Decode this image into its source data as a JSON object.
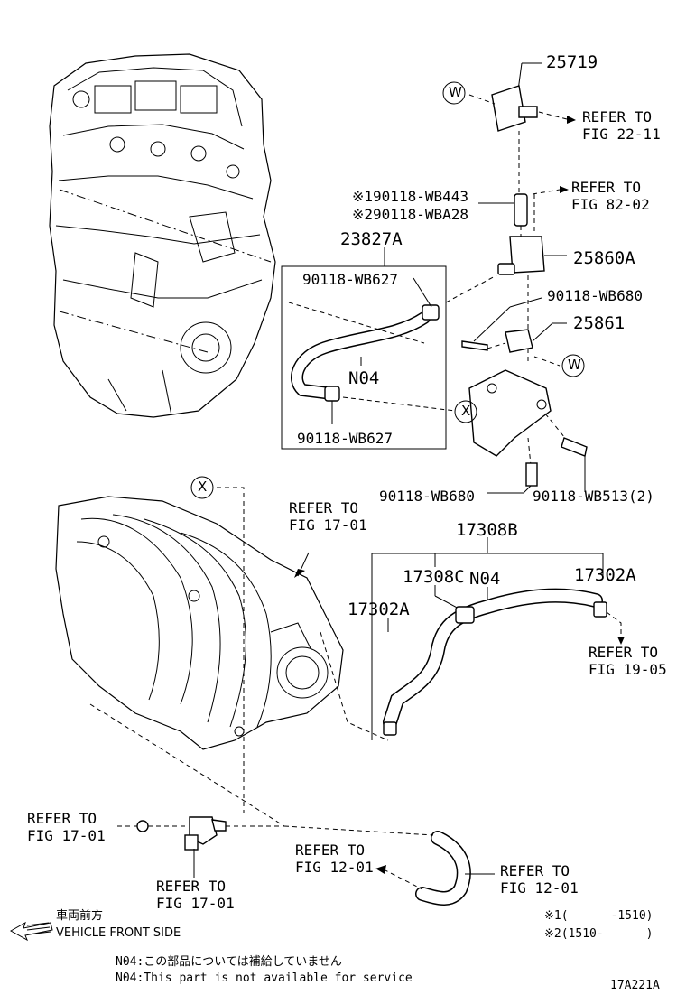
{
  "parts": {
    "p25719": "25719",
    "p23827A": "23827A",
    "p25860A": "25860A",
    "p25861": "25861",
    "p17308B": "17308B",
    "p17308C": "17308C",
    "p17302A_right": "17302A",
    "p17302A_left": "17302A",
    "n04_upper": "N04",
    "n04_lower": "N04",
    "wb443": "※190118-WB443",
    "wba28": "※290118-WBA28",
    "wb627_top": "90118-WB627",
    "wb627_bottom": "90118-WB627",
    "wb680_right": "90118-WB680",
    "wb680_bottom": "90118-WB680",
    "wb513": "90118-WB513(2)"
  },
  "refs": {
    "fig22_11": {
      "l1": "REFER TO",
      "l2": "FIG 22-11"
    },
    "fig82_02": {
      "l1": "REFER TO",
      "l2": "FIG 82-02"
    },
    "fig17_01_top": {
      "l1": "REFER TO",
      "l2": "FIG 17-01"
    },
    "fig19_05": {
      "l1": "REFER TO",
      "l2": "FIG 19-05"
    },
    "fig17_01_left": {
      "l1": "REFER TO",
      "l2": "FIG 17-01"
    },
    "fig17_01_bottom": {
      "l1": "REFER TO",
      "l2": "FIG 17-01"
    },
    "fig12_01_left": {
      "l1": "REFER TO",
      "l2": "FIG 12-01"
    },
    "fig12_01_right": {
      "l1": "REFER TO",
      "l2": "FIG 12-01"
    }
  },
  "markers": {
    "w": "W",
    "x": "X"
  },
  "footer": {
    "front_jp": "車両前方",
    "front_en": "VEHICLE FRONT SIDE",
    "note1": "※1(      -1510)",
    "note2": "※2(1510-      )",
    "n04_jp": "N04:この部品については補給していません",
    "n04_en": "N04:This part is not available for service",
    "fig_code": "17A221A"
  }
}
